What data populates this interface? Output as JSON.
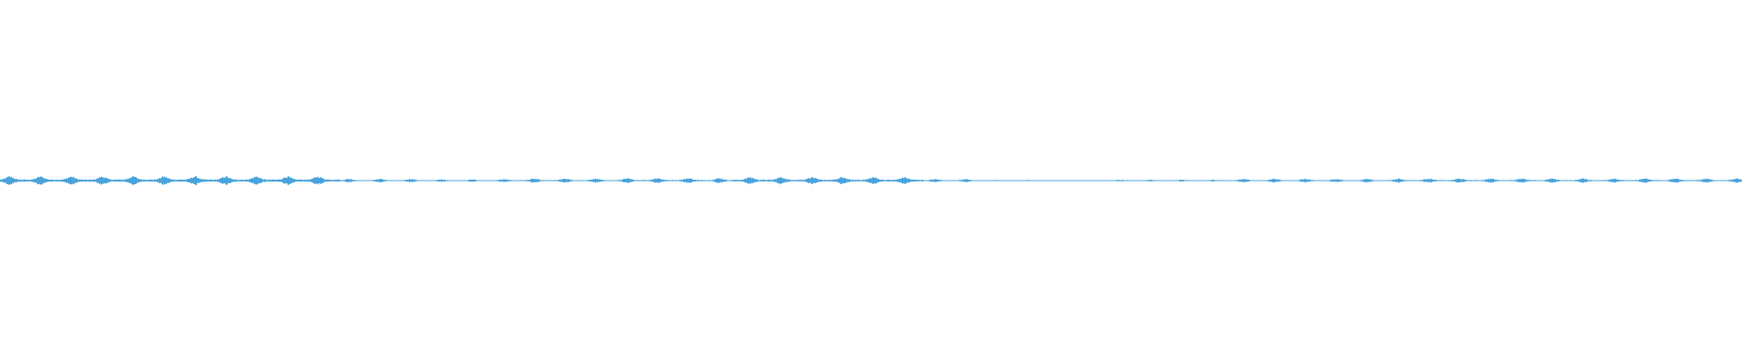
{
  "waveform": {
    "color": "#4aa3db",
    "background": "#ffffff",
    "segments": [
      {
        "start": 0.0,
        "end": 0.195,
        "level": 0.85
      },
      {
        "start": 0.195,
        "end": 0.24,
        "level": 0.35
      },
      {
        "start": 0.24,
        "end": 0.29,
        "level": 0.25
      },
      {
        "start": 0.29,
        "end": 0.36,
        "level": 0.4
      },
      {
        "start": 0.36,
        "end": 0.42,
        "level": 0.5
      },
      {
        "start": 0.42,
        "end": 0.53,
        "level": 0.7
      },
      {
        "start": 0.53,
        "end": 0.56,
        "level": 0.3
      },
      {
        "start": 0.56,
        "end": 0.6,
        "level": 0.12
      },
      {
        "start": 0.6,
        "end": 0.64,
        "level": 0.05
      },
      {
        "start": 0.64,
        "end": 0.7,
        "level": 0.18
      },
      {
        "start": 0.7,
        "end": 0.8,
        "level": 0.35
      },
      {
        "start": 0.8,
        "end": 1.0,
        "level": 0.42
      }
    ]
  }
}
